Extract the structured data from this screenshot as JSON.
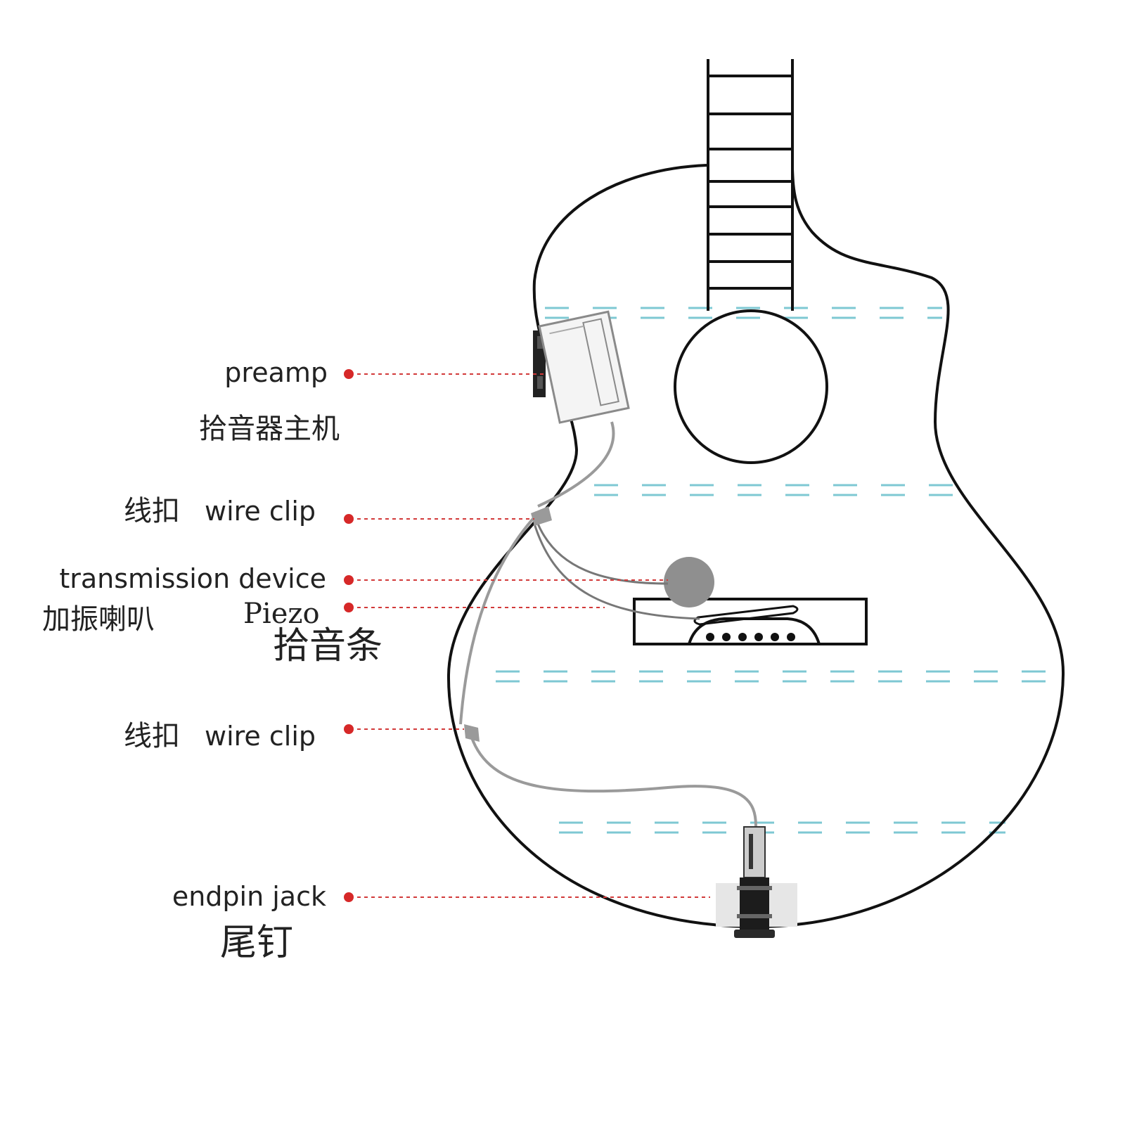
{
  "labels": {
    "preamp": {
      "en": "preamp",
      "zh": "拾音器主机"
    },
    "wire_clip_top": {
      "zh": "线扣",
      "en": "wire clip"
    },
    "transmission": {
      "en": "transmission device",
      "zh": "加振喇叭"
    },
    "piezo": {
      "en": "Piezo",
      "zh": "拾音条"
    },
    "wire_clip_bottom": {
      "zh": "线扣",
      "en": "wire clip"
    },
    "endpin": {
      "en": "endpin jack",
      "zh": "尾钉"
    }
  },
  "colors": {
    "outline": "#111111",
    "leader": "#d23a3a",
    "dot": "#d62828",
    "guide": "#7ec8d3",
    "wire": "#9a9a9a",
    "transducer": "#8f8f8f"
  }
}
